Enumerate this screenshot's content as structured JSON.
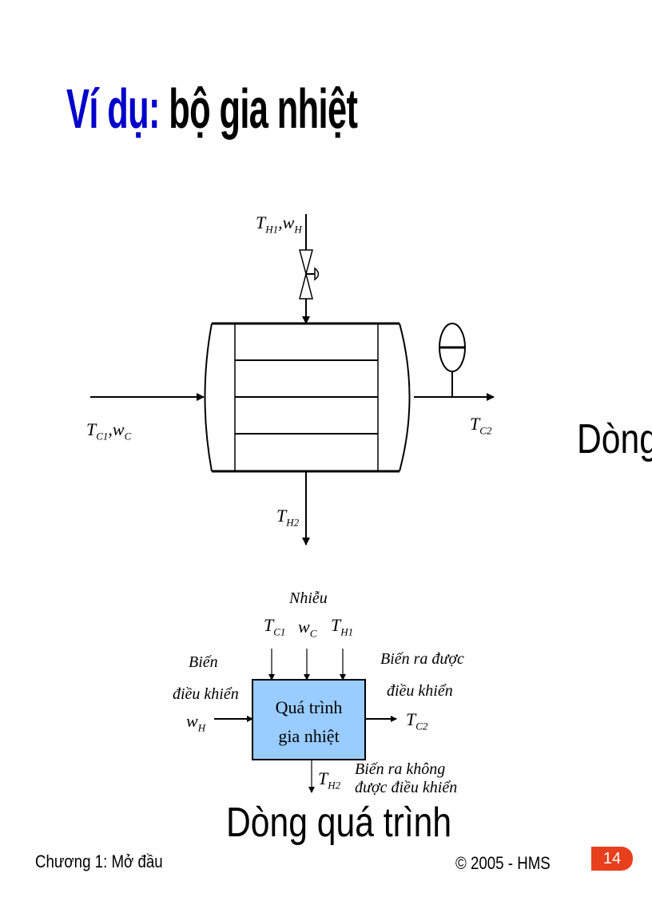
{
  "title": {
    "prefix": "Ví dụ:",
    "text": "bộ gia nhiệt",
    "prefix_color": "#0000cc"
  },
  "exchanger": {
    "hot_in": {
      "T": "T",
      "sub": "H1",
      "w": "w",
      "wsub": "H"
    },
    "cold_in": {
      "T": "T",
      "sub": "C1",
      "w": "w",
      "wsub": "C"
    },
    "cold_out": {
      "T": "T",
      "sub": "C2"
    },
    "hot_out": {
      "T": "T",
      "sub": "H2"
    }
  },
  "side_caption": "Dòng",
  "block": {
    "disturbance_label": "Nhiễu",
    "disturbances": [
      {
        "T": "T",
        "sub": "C1"
      },
      {
        "T": "w",
        "sub": "C"
      },
      {
        "T": "T",
        "sub": "H1"
      }
    ],
    "input_label_lines": [
      "Biến",
      "điều khiển"
    ],
    "input_var": {
      "T": "w",
      "sub": "H"
    },
    "process_lines": [
      "Quá trình",
      "gia nhiệt"
    ],
    "output_label_lines": [
      "Biến ra được",
      "điều khiển"
    ],
    "output_var": {
      "T": "T",
      "sub": "C2"
    },
    "uncontrolled_label_lines": [
      "Biến ra không",
      "được điều khiển"
    ],
    "uncontrolled_var": {
      "T": "T",
      "sub": "H2"
    },
    "fill_color": "#99ccff"
  },
  "overlay_caption": "Dòng quá trình",
  "footer": {
    "chapter": "Chương 1: Mở đầu",
    "copyright": "© 2005 - HMS",
    "page": "14",
    "badge_color": "#e8401c"
  }
}
